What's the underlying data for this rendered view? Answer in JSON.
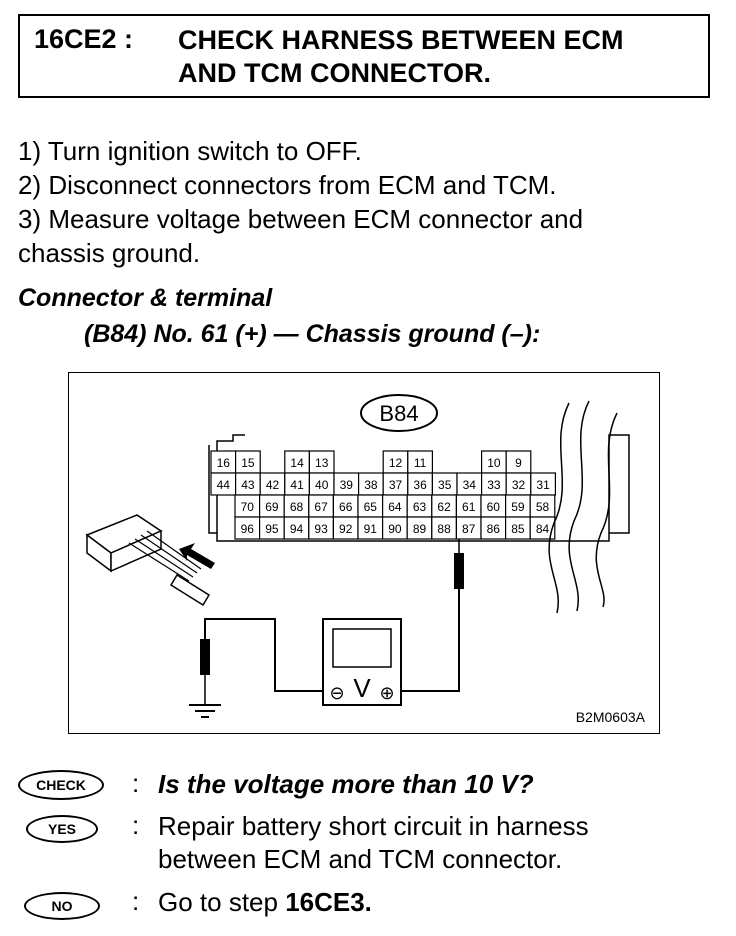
{
  "header": {
    "step_code": "16CE2 :",
    "title_line1": "CHECK HARNESS BETWEEN ECM",
    "title_line2": "AND TCM CONNECTOR."
  },
  "instructions": [
    "1)  Turn ignition switch to OFF.",
    "2)  Disconnect connectors from ECM and TCM.",
    "3)  Measure voltage between ECM connector and",
    "chassis ground."
  ],
  "connector": {
    "heading": "Connector & terminal",
    "terminal_spec": "(B84) No. 61 (+) — Chassis ground (–):"
  },
  "figure": {
    "connector_label": "B84",
    "code": "B2M0603A",
    "meter_symbol": "V",
    "meter_minus": "⊖",
    "meter_plus": "⊕",
    "pin_rows": [
      [
        "16",
        "15",
        "",
        "14",
        "13",
        "",
        "",
        "12",
        "11",
        "",
        "",
        "10",
        "9"
      ],
      [
        "44",
        "43",
        "42",
        "41",
        "40",
        "39",
        "38",
        "37",
        "36",
        "35",
        "34",
        "33",
        "32",
        "31"
      ],
      [
        "70",
        "69",
        "68",
        "67",
        "66",
        "65",
        "64",
        "63",
        "62",
        "61",
        "60",
        "59",
        "58"
      ],
      [
        "96",
        "95",
        "94",
        "93",
        "92",
        "91",
        "90",
        "89",
        "88",
        "87",
        "86",
        "85",
        "84"
      ]
    ]
  },
  "results": {
    "check_badge": "CHECK",
    "check_question": "Is the voltage more than 10 V?",
    "yes_badge": "YES",
    "yes_line1": "Repair battery short circuit in harness",
    "yes_line2": "between ECM and TCM connector.",
    "no_badge": "NO",
    "no_prefix": "Go to step ",
    "no_step": "16CE3."
  }
}
